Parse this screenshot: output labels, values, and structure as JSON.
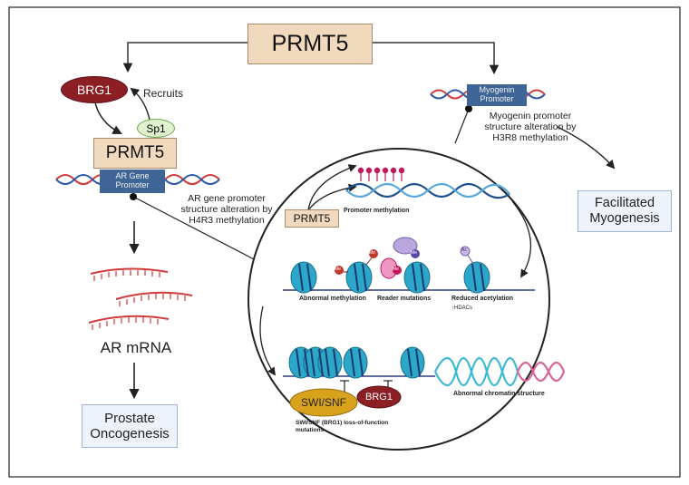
{
  "top_box": {
    "label": "PRMT5"
  },
  "left_panel": {
    "brg1": "BRG1",
    "recruits": "Recruits",
    "sp1": "Sp1",
    "prmt5": "PRMT5",
    "ar_promoter_line1": "AR Gene",
    "ar_promoter_line2": "Promoter",
    "ar_note_line1": "AR gene promoter",
    "ar_note_line2": "structure alteration by",
    "ar_note_line3": "H4R3 methylation",
    "ar_mrna": "AR mRNA",
    "outcome_line1": "Prostate",
    "outcome_line2": "Oncogenesis"
  },
  "right_panel": {
    "promoter_line1": "Myogenin",
    "promoter_line2": "Promoter",
    "note_line1": "Myogenin promoter",
    "note_line2": "structure alteration by",
    "note_line3": "H3R8 methylation",
    "outcome_line1": "Facilitated",
    "outcome_line2": "Myogenesis"
  },
  "circle": {
    "prmt5": "PRMT5",
    "promoter_methylation": "Promoter methylation",
    "abnormal_methylation": "Abnormal methylation",
    "reader_mutations": "Reader mutations",
    "reduced_acetylation": "Reduced acetylation",
    "hdacs": "↑HDACs",
    "swi_snf": "SWI/SNF",
    "brg1": "BRG1",
    "swi_note_line1": "SWI/SNF (BRG1) loss-of-function",
    "swi_note_line2": "mutations",
    "chromatin": "Abnormal chromatin structure",
    "me": "Me",
    "ac": "Ac"
  },
  "colors": {
    "prmt_fill": "#f1d9bd",
    "brg1_fill": "#8b1f24",
    "sp1_fill": "#dff1cf",
    "promoter_fill": "#3f6496",
    "outcome_fill": "#eef3fb",
    "nucleosome": "#2aa7c9",
    "swi_snf_fill": "#d9a21d",
    "mrna": "#d23a3a"
  }
}
